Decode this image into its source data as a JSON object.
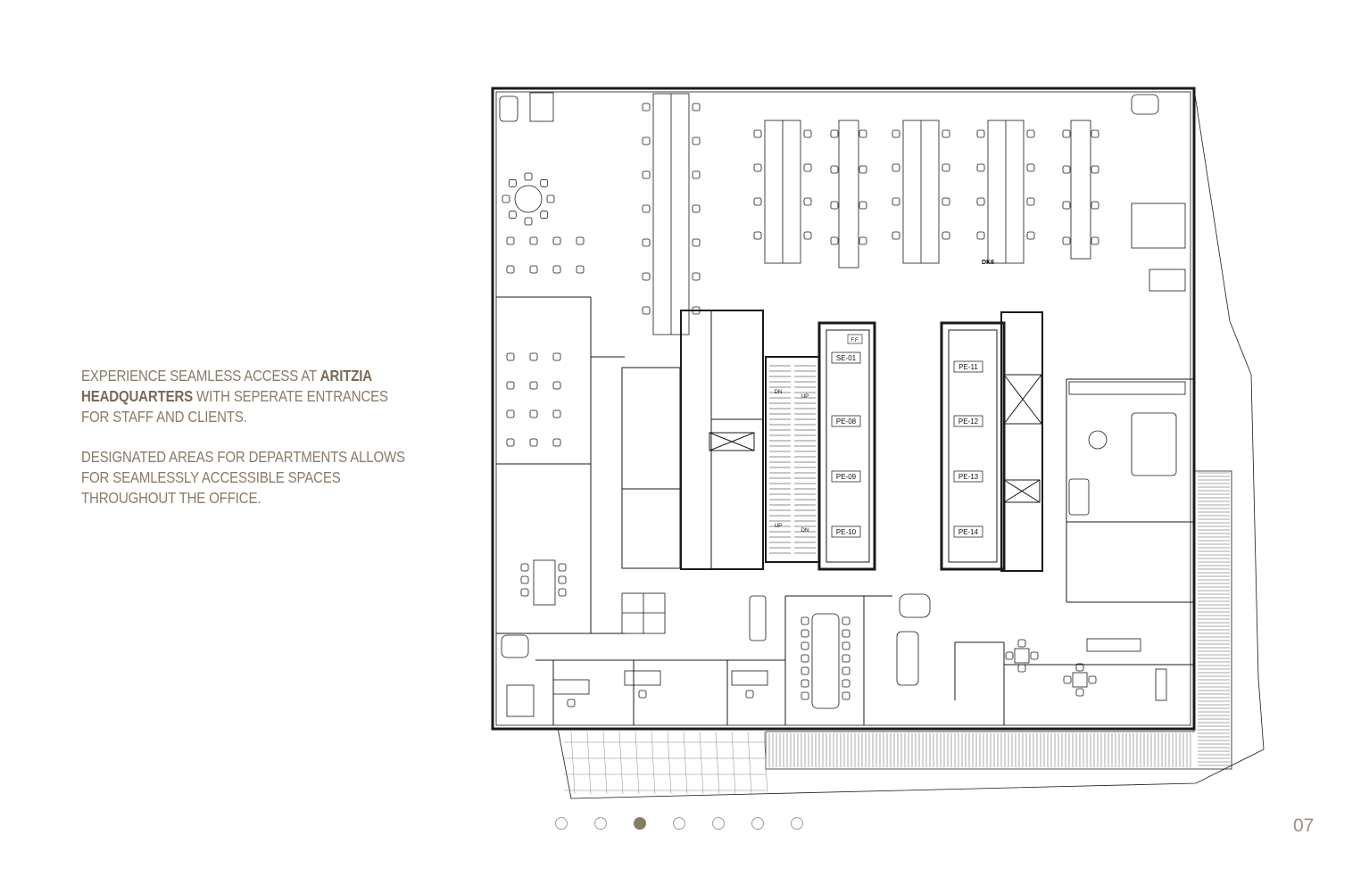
{
  "copy": {
    "p1_pre": "EXPERIENCE SEAMLESS ACCESS AT ",
    "p1_bold": "ARITZIA HEADQUARTERS",
    "p1_post": " WITH SEPERATE ENTRANCES FOR STAFF AND CLIENTS.",
    "p2": "DESIGNATED AREAS FOR DEPARTMENTS ALLOWS FOR SEAMLESSLY ACCESSIBLE SPACES THROUGHOUT THE OFFICE."
  },
  "plan_labels": {
    "ff": "F.F.",
    "se01": "SE-01",
    "pe08": "PE-08",
    "pe09": "PE-09",
    "pe10": "PE-10",
    "pe11": "PE-11",
    "pe12": "PE-12",
    "pe13": "PE-13",
    "pe14": "PE-14",
    "dk6": "DK6",
    "dn1": "DN",
    "up1": "UP",
    "up2": "UP",
    "dn2": "DN"
  },
  "pagination": {
    "count": 7,
    "active_index": 2
  },
  "page_number": "07",
  "colors": {
    "text": "#8a7a68",
    "line": "#1a1a1a",
    "dot_active": "#8a7a68"
  }
}
